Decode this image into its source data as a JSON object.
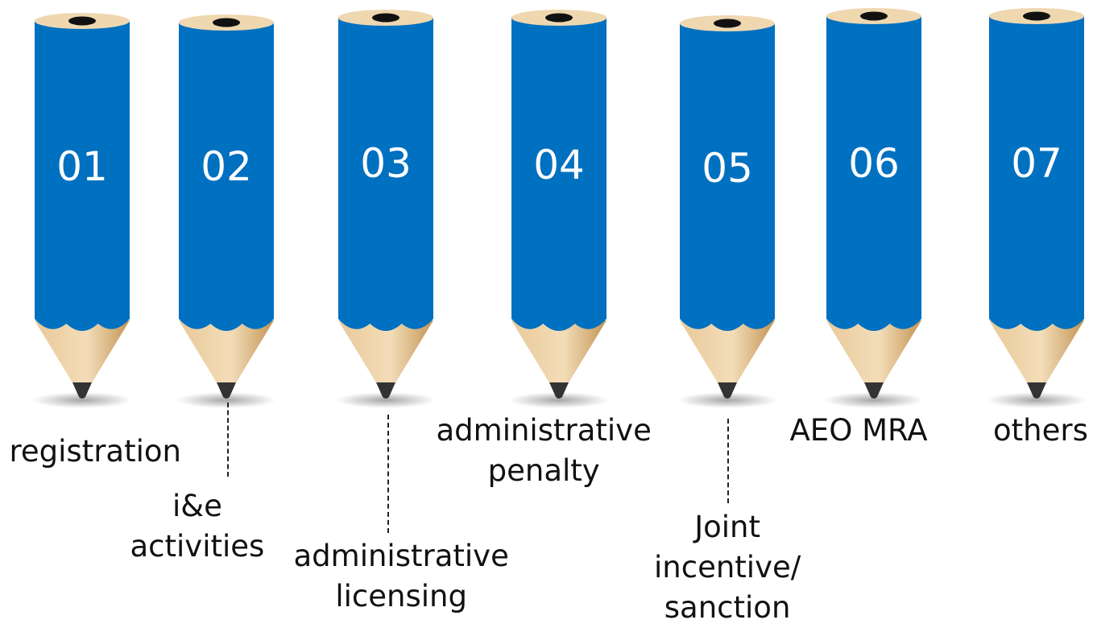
{
  "pencils": [
    {
      "number": "01",
      "label_lines": [
        "registration"
      ]
    },
    {
      "number": "02",
      "label_lines": [
        "i&e",
        "activities"
      ]
    },
    {
      "number": "03",
      "label_lines": [
        "administrative",
        "licensing"
      ]
    },
    {
      "number": "04",
      "label_lines": [
        "administrative",
        "penalty"
      ]
    },
    {
      "number": "05",
      "label_lines": [
        "Joint",
        "incentive/",
        "sanction"
      ]
    },
    {
      "number": "06",
      "label_lines": [
        "AEO MRA"
      ]
    },
    {
      "number": "07",
      "label_lines": [
        "others"
      ]
    }
  ],
  "colors": {
    "pencil_body": "#0070C0",
    "wood": "#E8C99A",
    "wood_dark": "#C39556",
    "lead": "#333333",
    "number_text": "#FFFFFF",
    "label_text": "#111111"
  }
}
